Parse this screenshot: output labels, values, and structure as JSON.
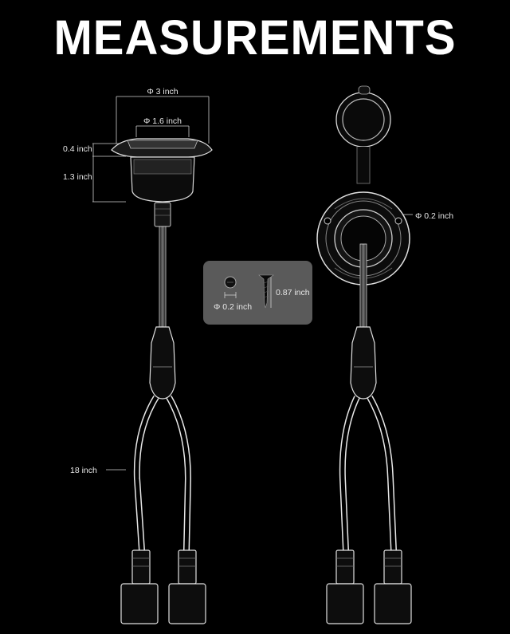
{
  "title": "MEASUREMENTS",
  "dimensions": {
    "cap_diameter": "Φ 3 inch",
    "lens_diameter": "Φ 1.6 inch",
    "flange_height": "0.4 inch",
    "body_height": "1.3 inch",
    "cable_length": "18 inch",
    "mount_hole": "Φ 0.2 inch",
    "screw_diameter": "Φ 0.2 inch",
    "screw_length": "0.87 inch"
  },
  "colors": {
    "background": "#000000",
    "text": "#ffffff",
    "inset": "#5a5a5a"
  }
}
